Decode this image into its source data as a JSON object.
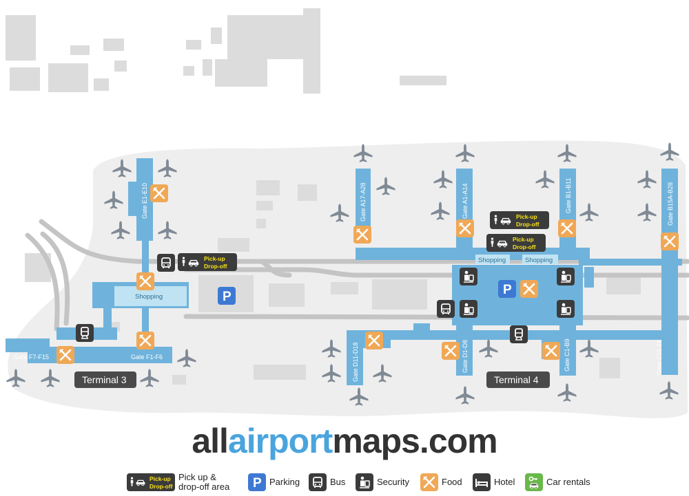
{
  "brand": {
    "part1": "all",
    "part2": "airport",
    "part3": "maps.com"
  },
  "colors": {
    "terminal": "#6fb3dc",
    "terminal_dark": "#5aa3d0",
    "shopping": "#bfe3f3",
    "road": "#c4c4c4",
    "ground": "#eeeeee",
    "building": "#dcdcdc",
    "plane": "#7f8a95",
    "icon_dark": "#3b3b3b",
    "food": "#f0a856",
    "parking": "#3d79d3",
    "car_rental": "#69b84a",
    "pickup_text": "#f7e21b"
  },
  "map": {
    "terminals": [
      {
        "id": "t3",
        "label": "Terminal 3"
      },
      {
        "id": "t4",
        "label": "Terminal 4"
      }
    ],
    "gates": [
      {
        "id": "e",
        "label": "Gate E1-E10"
      },
      {
        "id": "f-left",
        "label": "Gate F7-F15"
      },
      {
        "id": "f-right",
        "label": "Gate F1-F6"
      },
      {
        "id": "a-left",
        "label": "Gate A17-A28"
      },
      {
        "id": "a-right",
        "label": "Gate A1-A14"
      },
      {
        "id": "b-left",
        "label": "Gate B1-B11"
      },
      {
        "id": "b-right",
        "label": "Gate B15A-B28"
      },
      {
        "id": "d-left",
        "label": "Gate D11-D18"
      },
      {
        "id": "d-right",
        "label": "Gate D1-D8"
      },
      {
        "id": "c-left",
        "label": "Gate C1-B9"
      },
      {
        "id": "c-right",
        "label": "Gate C11-18"
      }
    ],
    "shopping": [
      {
        "id": "t3",
        "label": "Shopping"
      },
      {
        "id": "t4-left",
        "label": "Shopping"
      },
      {
        "id": "t4-right",
        "label": "Shopping"
      }
    ],
    "pickup": {
      "line1": "Pick-up",
      "line2": "Drop-off"
    },
    "parking_glyph": "P"
  },
  "legend": [
    {
      "id": "pickup",
      "icon": "pickup-icon",
      "line1": "Pick up &",
      "line2": "drop-off area",
      "badge1": "Pick-up",
      "badge2": "Drop-off"
    },
    {
      "id": "parking",
      "icon": "parking-icon",
      "label": "Parking",
      "glyph": "P"
    },
    {
      "id": "bus",
      "icon": "bus-icon",
      "label": "Bus"
    },
    {
      "id": "security",
      "icon": "security-icon",
      "label": "Security"
    },
    {
      "id": "food",
      "icon": "food-icon",
      "label": "Food"
    },
    {
      "id": "hotel",
      "icon": "hotel-icon",
      "label": "Hotel"
    },
    {
      "id": "car-rentals",
      "icon": "car-rental-icon",
      "label": "Car rentals"
    }
  ]
}
